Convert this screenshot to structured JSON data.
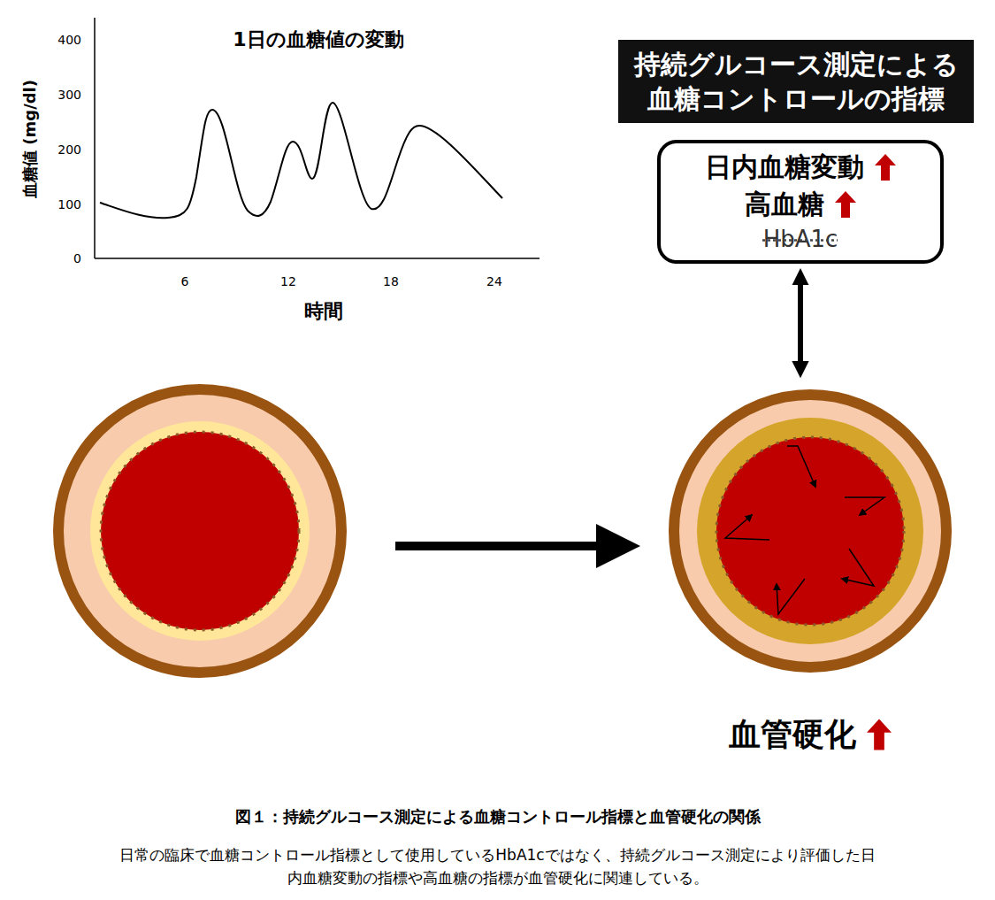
{
  "diagram": {
    "title": "図１：持続グルコース測定による血糖コントロール指標と血管硬化の関係",
    "caption": "日常の臨床で血糖コントロール指標として使用しているHbA1cではなく、持続グルコース測定により評価した日内血糖変動の指標や高血糖の指標が血管硬化に関連している。",
    "nodes": [
      {
        "text": [
          "持続グルコース測定による 血糖コントロールの指標"
        ]
      },
      {
        "text": [
          "日内血糖変動",
          "高血糖",
          "HbA1c"
        ]
      },
      {
        "text": [
          "血管硬化"
        ]
      }
    ],
    "edges": [
      {
        "from": 1,
        "to": 2,
        "arrow": "both"
      }
    ],
    "labels": [
      "1日の血糖値の変動",
      "血糖値 (mg/dl)",
      "400",
      "300",
      "200",
      "100",
      "0",
      "6",
      "12",
      "18",
      "24",
      "時間"
    ]
  }
}
